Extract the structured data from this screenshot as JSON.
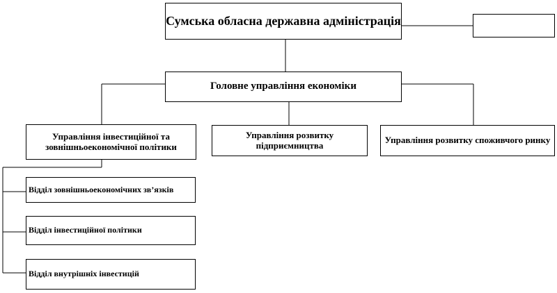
{
  "diagram": {
    "top": "Сумська обласна державна адміністрація",
    "side": "",
    "main": "Головне управління економіки",
    "dept_investment": "Управління інвестиційної та зовнішньоекономічної політики",
    "dept_business": "Управління розвитку підприємництва",
    "dept_consumer": "Управління розвитку споживчого ринку",
    "sub_external": "Відділ зовнішньоекономічних зв’язків",
    "sub_invest_policy": "Відділ інвестиційної політики",
    "sub_internal_invest": "Відділ внутрішніх інвестицій"
  }
}
